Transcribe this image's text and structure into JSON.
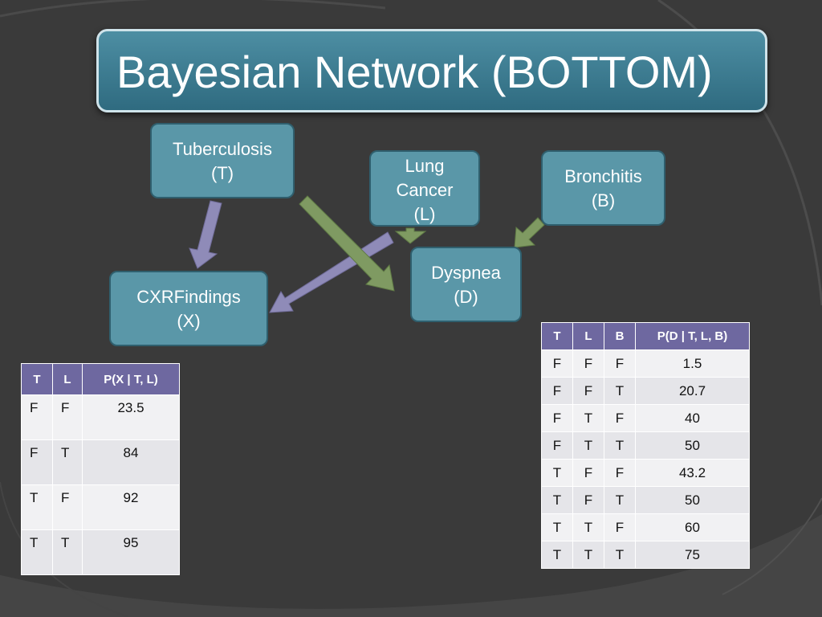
{
  "slide": {
    "title": "Bayesian Network (BOTTOM)"
  },
  "nodes": {
    "tuberculosis": {
      "line1": "Tuberculosis",
      "line2": "(T)"
    },
    "lung_cancer": {
      "line1": "Lung",
      "line2": "Cancer",
      "line3": "(L)"
    },
    "bronchitis": {
      "line1": "Bronchitis",
      "line2": "(B)"
    },
    "cxrfindings": {
      "line1": "CXRFindings",
      "line2": "(X)"
    },
    "dyspnea": {
      "line1": "Dyspnea",
      "line2": "(D)"
    }
  },
  "table_x": {
    "headers": [
      "T",
      "L",
      "P(X | T, L)"
    ],
    "rows": [
      [
        "F",
        "F",
        "23.5"
      ],
      [
        "F",
        "T",
        "84"
      ],
      [
        "T",
        "F",
        "92"
      ],
      [
        "T",
        "T",
        "95"
      ]
    ]
  },
  "table_d": {
    "headers": [
      "T",
      "L",
      "B",
      "P(D | T, L, B)"
    ],
    "rows": [
      [
        "F",
        "F",
        "F",
        "1.5"
      ],
      [
        "F",
        "F",
        "T",
        "20.7"
      ],
      [
        "F",
        "T",
        "F",
        "40"
      ],
      [
        "F",
        "T",
        "T",
        "50"
      ],
      [
        "T",
        "F",
        "F",
        "43.2"
      ],
      [
        "T",
        "F",
        "T",
        "50"
      ],
      [
        "T",
        "T",
        "F",
        "60"
      ],
      [
        "T",
        "T",
        "T",
        "75"
      ]
    ]
  },
  "colors": {
    "node_fill": "#5a97a8",
    "arrow_purple": "#8f8bb8",
    "arrow_green": "#7f9a62",
    "table_header": "#6e68a0"
  }
}
